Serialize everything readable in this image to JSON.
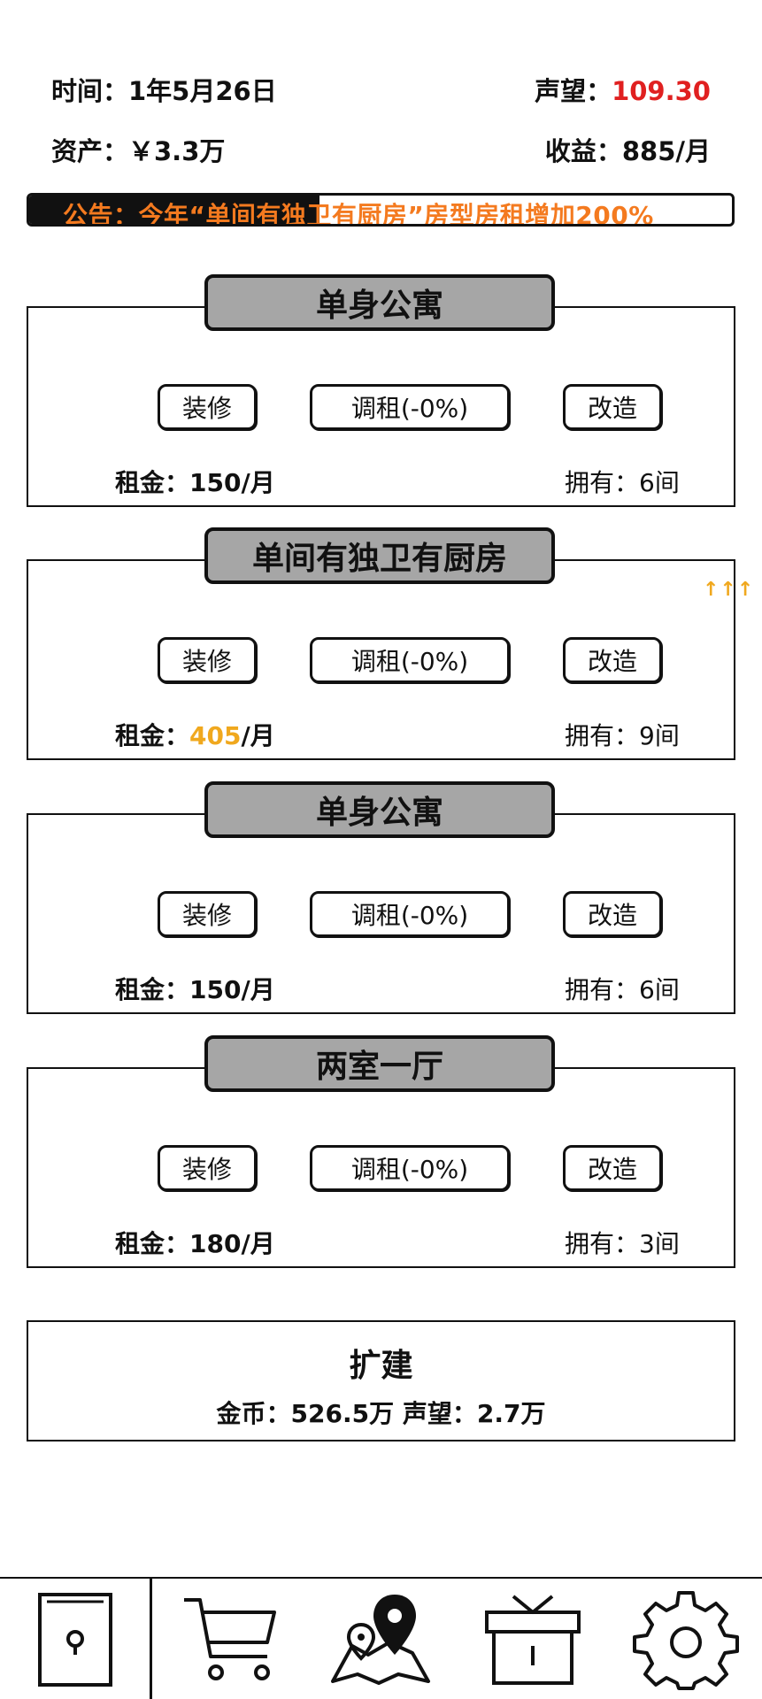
{
  "header": {
    "time": "时间：1年5月26日",
    "reputation_label": "声望：",
    "reputation_value": "109.30",
    "assets": "资产：￥3.3万",
    "income": "收益：885/月"
  },
  "notice": "公告：今年“单间有独卫有厨房”房型房租增加200%",
  "buttons": {
    "renovate": "装修",
    "adjust_rent": "调租(-0%)",
    "remodel": "改造"
  },
  "properties": [
    {
      "name": "单身公寓",
      "rent_label": "租金：",
      "rent_value": "150",
      "rent_unit": "/月",
      "owned": "拥有：6间",
      "boost": ""
    },
    {
      "name": "单间有独卫有厨房",
      "rent_label": "租金：",
      "rent_value": "405",
      "rent_unit": "/月",
      "owned": "拥有：9间",
      "boost": "↑↑↑"
    },
    {
      "name": "单身公寓",
      "rent_label": "租金：",
      "rent_value": "150",
      "rent_unit": "/月",
      "owned": "拥有：6间",
      "boost": ""
    },
    {
      "name": "两室一厅",
      "rent_label": "租金：",
      "rent_value": "180",
      "rent_unit": "/月",
      "owned": "拥有：3间",
      "boost": ""
    }
  ],
  "expand": {
    "title": "扩建",
    "cost": "金币：526.5万   声望：2.7万"
  },
  "tabbar": {
    "items": [
      "door-icon",
      "shopping-cart-icon",
      "map-location-icon",
      "gift-box-icon",
      "settings-gear-icon"
    ],
    "active_index": 0
  },
  "colors": {
    "reputation": "#e02020",
    "notice_text": "#f47a1f",
    "rent_boost": "#f0a81e",
    "title_bg": "#a6a6a6"
  }
}
